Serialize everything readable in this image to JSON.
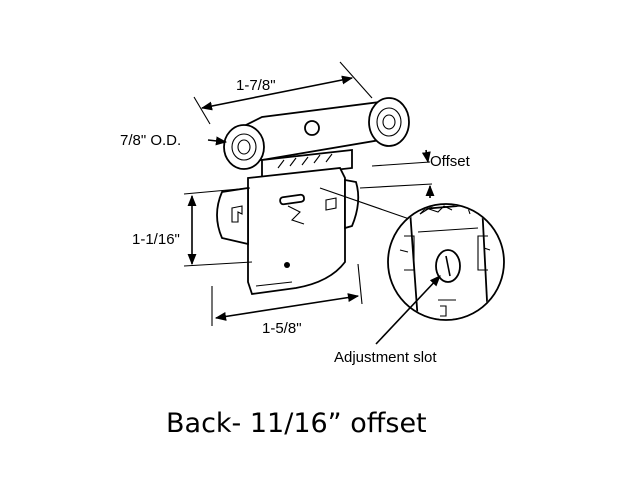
{
  "labels": {
    "top_width": "1-7/8\"",
    "roller_od": "7/8\" O.D.",
    "offset": "Offset",
    "height": "1-1/16\"",
    "bottom_width": "1-5/8\"",
    "adjustment_slot": "Adjustment slot"
  },
  "caption": "Back- 11/16” offset",
  "colors": {
    "ink": "#000000",
    "background": "#ffffff"
  }
}
